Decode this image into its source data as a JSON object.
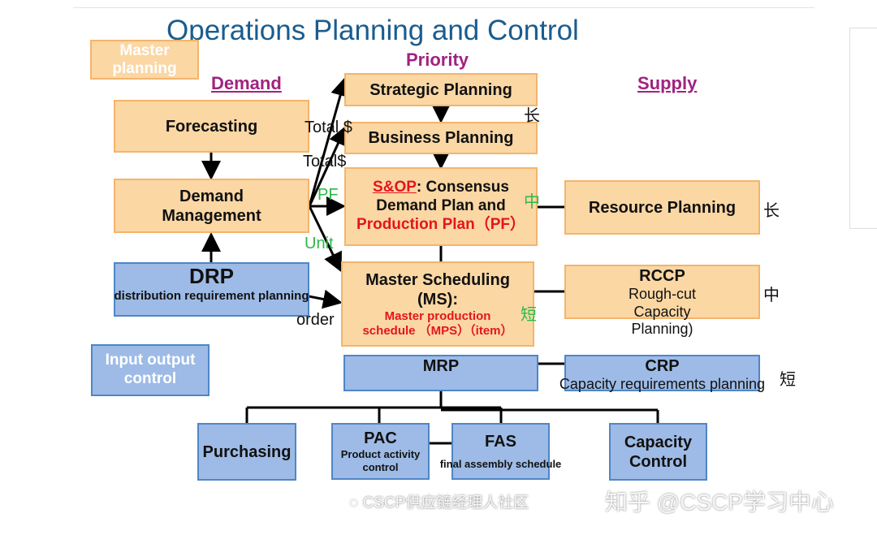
{
  "title": "Operations Planning and Control",
  "headers": {
    "demand": "Demand",
    "priority": "Priority",
    "supply": "Supply"
  },
  "master_planning": "Master planning",
  "boxes": {
    "strategic": "Strategic Planning",
    "business": "Business Planning",
    "sop_a": "S&OP",
    "sop_b": ": Consensus",
    "sop_c": "Demand Plan and",
    "sop_d": "Production Plan（PF）",
    "ms_a": "Master Scheduling",
    "ms_b": "(MS):",
    "ms_c": "Master production",
    "ms_d": "schedule （MPS）（item）",
    "mrp": "MRP",
    "crp": "CRP",
    "crp_sub": "Capacity requirements planning",
    "resource": "Resource Planning",
    "rccp": "RCCP",
    "rccp_a": "Rough-cut",
    "rccp_b": "Capacity",
    "rccp_c": "Planning)",
    "forecasting": "Forecasting",
    "dm_a": "Demand",
    "dm_b": "Management",
    "drp": "DRP",
    "drp_sub": "distribution requirement planning",
    "ioc_a": "Input output",
    "ioc_b": "control",
    "purchasing": "Purchasing",
    "pac": "PAC",
    "pac_a": "Product activity",
    "pac_b": "control",
    "fas": "FAS",
    "fas_sub": "final assembly schedule",
    "cc_a": "Capacity",
    "cc_b": "Control"
  },
  "annotations": {
    "total1": "Total $",
    "total2": "Total$",
    "pf": "PF",
    "unit": "Unit",
    "order": "order",
    "long1": "长",
    "mid1": "中",
    "long2": "长",
    "mid2": "中",
    "short1": "短",
    "short2": "短"
  },
  "watermarks": {
    "wechat": "CSCP供应链经理人社区",
    "zhihu": "知乎 @CSCP学习中心"
  },
  "colors": {
    "title": "#1a5c8e",
    "header": "#a0237f",
    "orange_box": "#fbd7a4",
    "blue_box": "#9dbbe6",
    "red_text": "#e3161b",
    "green_text": "#2eb84a"
  }
}
